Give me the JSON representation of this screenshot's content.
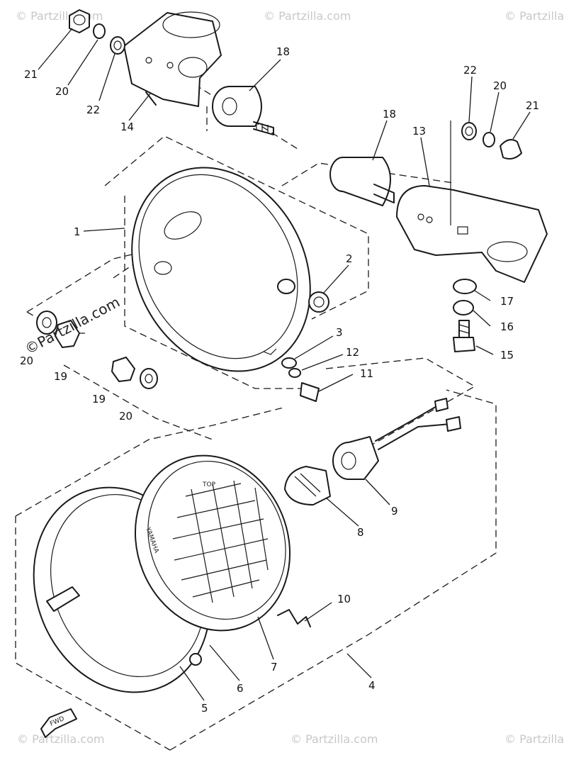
{
  "callouts": [
    {
      "label": "21"
    },
    {
      "label": "20"
    },
    {
      "label": "22"
    },
    {
      "label": "14"
    },
    {
      "label": "18"
    },
    {
      "label": "22"
    },
    {
      "label": "20"
    },
    {
      "label": "21"
    },
    {
      "label": "18"
    },
    {
      "label": "13"
    },
    {
      "label": "1"
    },
    {
      "label": "2"
    },
    {
      "label": "17"
    },
    {
      "label": "16"
    },
    {
      "label": "15"
    },
    {
      "label": "3"
    },
    {
      "label": "12"
    },
    {
      "label": "11"
    },
    {
      "label": "20"
    },
    {
      "label": "19"
    },
    {
      "label": "19"
    },
    {
      "label": "20"
    },
    {
      "label": "9"
    },
    {
      "label": "8"
    },
    {
      "label": "10"
    },
    {
      "label": "7"
    },
    {
      "label": "6"
    },
    {
      "label": "5"
    },
    {
      "label": "4"
    }
  ],
  "watermarks": {
    "site": "© Partzilla.com",
    "overlay": "©Partzilla.com"
  },
  "lens_text": {
    "top": "TOP",
    "brand": "YAMAHA"
  },
  "direction_arrow": {
    "label": "FWD"
  }
}
